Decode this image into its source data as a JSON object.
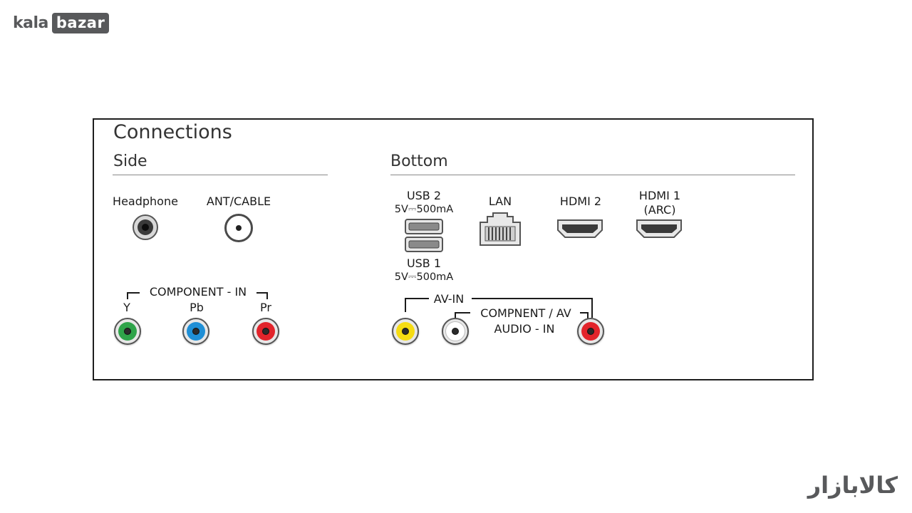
{
  "logo": {
    "kala": "kala",
    "bazar": "bazar"
  },
  "watermark": "کالابازار",
  "panel": {
    "title": "Connections",
    "side": {
      "heading": "Side",
      "headphone": "Headphone",
      "ant_cable": "ANT/CABLE",
      "component_in": "COMPONENT - IN",
      "y": "Y",
      "pb": "Pb",
      "pr": "Pr"
    },
    "bottom": {
      "heading": "Bottom",
      "usb2": "USB 2",
      "usb2_spec": "5V⎓500mA",
      "usb1": "USB 1",
      "usb1_spec": "5V⎓500mA",
      "lan": "LAN",
      "hdmi2": "HDMI 2",
      "hdmi1": "HDMI 1",
      "hdmi1_arc": "(ARC)",
      "av_in": "AV-IN",
      "compnent_av": "COMPNENT / AV",
      "audio_in": "AUDIO - IN"
    }
  },
  "colors": {
    "green": "#2fa44a",
    "blue": "#1f8fd6",
    "red": "#e2242b",
    "yellow": "#f6dc12",
    "white": "#ffffff",
    "logo_gray": "#58595b"
  },
  "icons": [
    "headphone-jack-icon",
    "coax-jack-icon",
    "usb-port-icon",
    "lan-port-icon",
    "hdmi-port-icon",
    "rca-jack-icon"
  ]
}
